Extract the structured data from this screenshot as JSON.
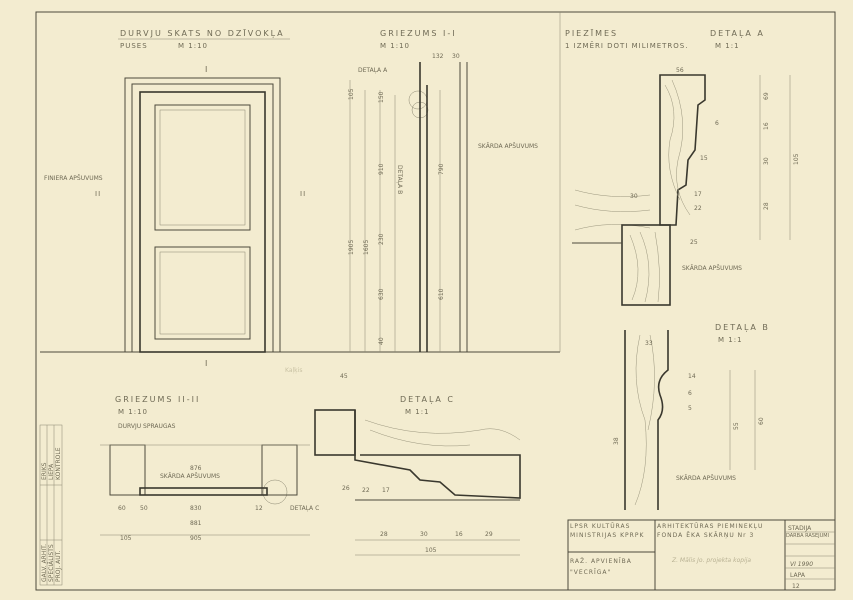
{
  "elevation": {
    "title": "DURVJU SKATS NO DZĪVOKĻA",
    "subtitle": "PUSES",
    "scale": "M 1:10",
    "section_mark": "I",
    "side_mark": "II",
    "frame_label": "FINIERA APŠUVUMS"
  },
  "section1": {
    "title": "GRIEZUMS I-I",
    "scale": "M 1:10",
    "detail_a_label": "DETAĻA A",
    "detail_b_label": "DETAĻA B",
    "plywood_label": "SKĀRDA APŠUVUMS",
    "dims": [
      "105",
      "150",
      "910",
      "1605",
      "1905",
      "630",
      "230",
      "40",
      "45",
      "790",
      "610",
      "132",
      "30"
    ]
  },
  "notes": {
    "title": "PIEZĪMES",
    "items": [
      "1 IZMĒRI DOTI MILIMETROS."
    ]
  },
  "detail_a": {
    "title": "DETAĻA A",
    "scale": "M 1:1",
    "dims": [
      "56",
      "69",
      "16",
      "6",
      "30",
      "15",
      "105",
      "17",
      "22",
      "28",
      "30",
      "25"
    ],
    "label": "SKĀRDA APŠUVUMS"
  },
  "detail_b": {
    "title": "DETAĻA B",
    "scale": "M 1:1",
    "dims": [
      "33",
      "14",
      "6",
      "5",
      "55",
      "60",
      "38"
    ],
    "label": "SKĀRDA APŠUVUMS"
  },
  "detail_c": {
    "title": "DETAĻA C",
    "scale": "M 1:1",
    "dims": [
      "45",
      "17",
      "28",
      "30",
      "16",
      "29",
      "105",
      "26",
      "22"
    ]
  },
  "section2": {
    "title": "GRIEZUMS II-II",
    "scale": "M 1:10",
    "opening_label": "DURVJU SPRAUGAS",
    "inner_label": "SKĀRDA APŠUVUMS",
    "detail_c_label": "DETAĻA C",
    "dims": [
      "876",
      "830",
      "881",
      "905",
      "105",
      "60",
      "50",
      "12"
    ]
  },
  "title_block": {
    "org": "LPSR KULTŪRAS MINISTRIJAS KPRPK",
    "project": "ARHITEKTŪRAS PIEMINEKĻU FONDA ĒKA SKĀRŅU Nr 3",
    "object": "RAŽ. APVIENĪBA \"VECRĪGA\"",
    "handwritten": "Z. Mālis  Jo. projekta kopija",
    "stage_label": "STADIJA",
    "stage": "DARBA RASĒJUMI",
    "sheet_label": "LAPA",
    "sheet": "12",
    "date": "VI 1990"
  },
  "side_stamp": {
    "roles": [
      "ERIKS",
      "LIEPA",
      "KONTROLE"
    ],
    "titles": [
      "GALV. ARHIT.",
      "SPECIĀLISTS",
      "PROJ. AUT."
    ]
  },
  "stamp_pencil": "Kaļķis"
}
